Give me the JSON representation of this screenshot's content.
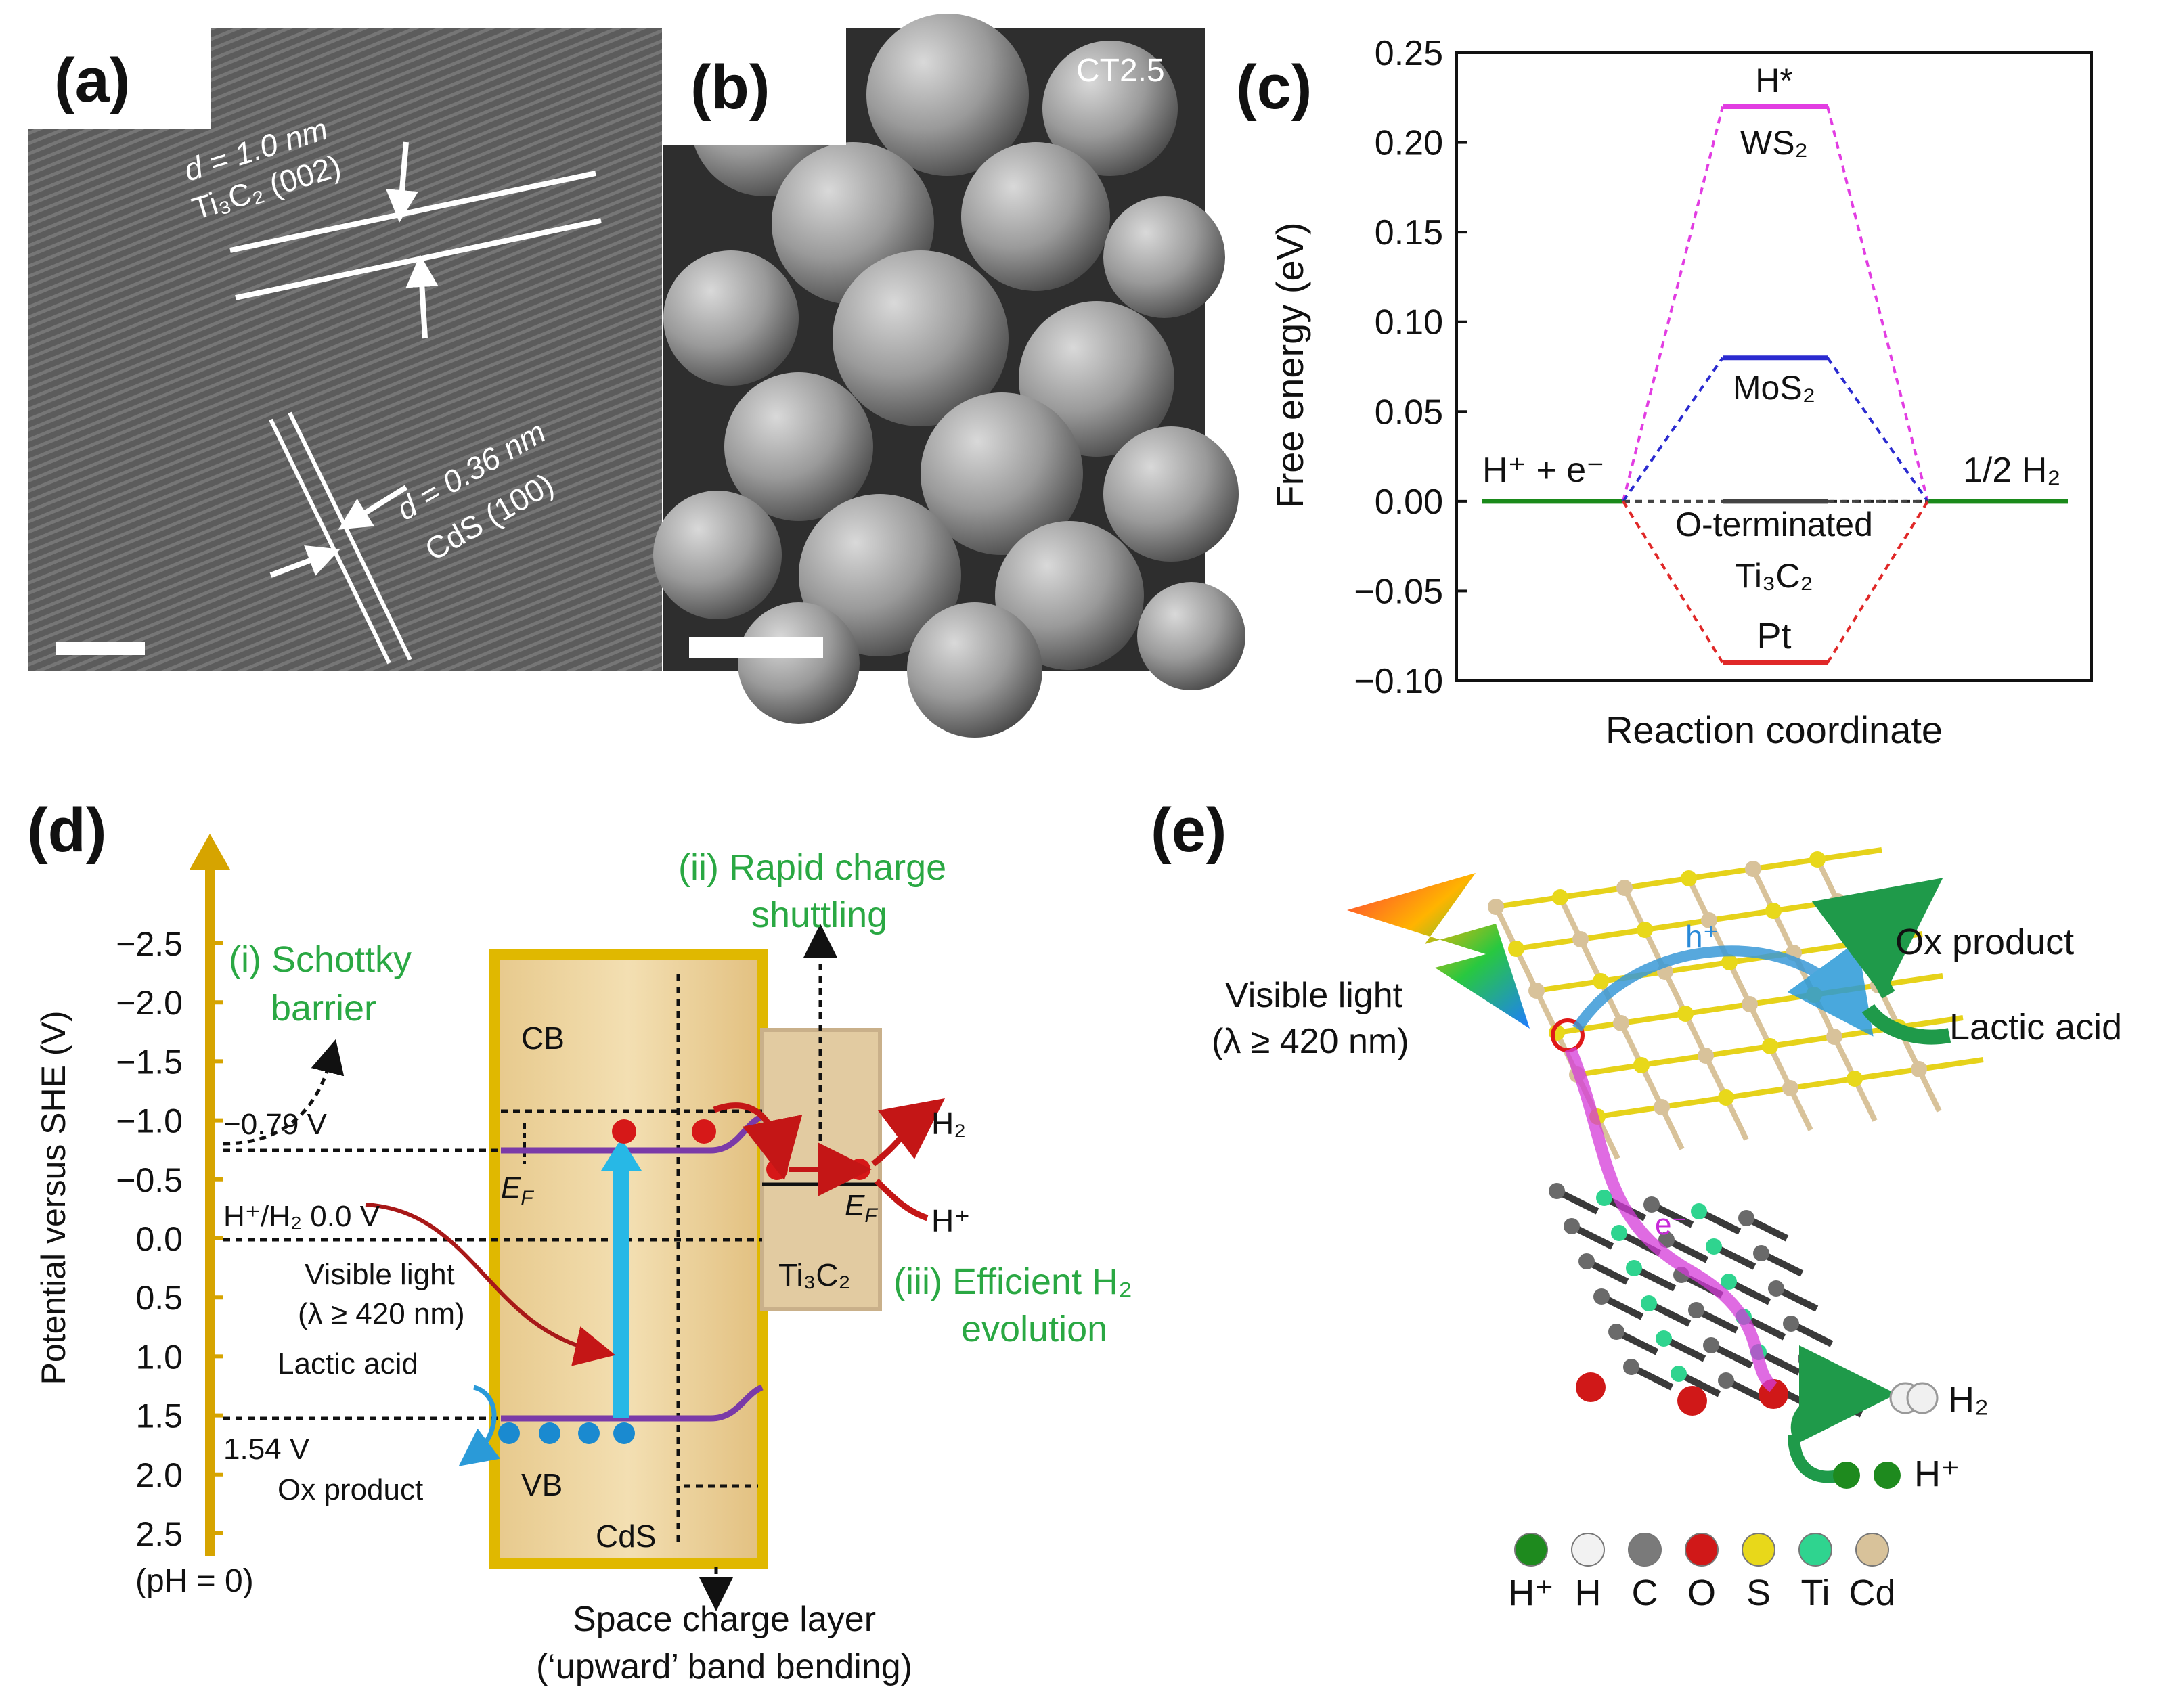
{
  "panels": {
    "a": {
      "letter": "(a)",
      "d_top": "d = 1.0 nm",
      "plane_top": "Ti₃C₂ (002)",
      "d_bottom": "d = 0.36 nm",
      "plane_bottom": "CdS (100)"
    },
    "b": {
      "letter": "(b)",
      "sample": "CT2.5"
    },
    "c": {
      "letter": "(c)",
      "labels": {
        "left_state": "H⁺ + e⁻",
        "right_state": "1/2 H₂",
        "top_state": "H*",
        "ws2": "WS₂",
        "mos2": "MoS₂",
        "oterm_line1": "O-terminated",
        "oterm_line2": "Ti₃C₂",
        "pt": "Pt"
      }
    },
    "d": {
      "letter": "(d)",
      "axis_label": "Potential versus SHE (V)",
      "ticks": [
        "−2.5",
        "−2.0",
        "−1.5",
        "−1.0",
        "−0.5",
        "0.0",
        "0.5",
        "1.0",
        "1.5",
        "2.0",
        "2.5"
      ],
      "ph": "(pH = 0)",
      "schottky_1": "(i) Schottky",
      "schottky_2": "barrier",
      "rapid_1": "(ii) Rapid charge",
      "rapid_2": "shuttling",
      "efficient_1": "(iii) Efficient H₂",
      "efficient_2": "evolution",
      "v079": "−0.79 V",
      "hh2": "H⁺/H₂ 0.0 V",
      "visible_1": "Visible light",
      "visible_2": "(λ ≥ 420 nm)",
      "lactic": "Lactic acid",
      "v154": "1.54 V",
      "ox": "Ox product",
      "cb": "CB",
      "vb": "VB",
      "cds": "CdS",
      "ef": "E",
      "ef_sub": "F",
      "ti3c2": "Ti₃C₂",
      "h2": "H₂",
      "hplus": "H⁺",
      "space_1": "Space charge layer",
      "space_2": "(‘upward’ band bending)"
    },
    "e": {
      "letter": "(e)",
      "visible_1": "Visible light",
      "visible_2": "(λ ≥ 420 nm)",
      "ox": "Ox product",
      "lactic": "Lactic acid",
      "h2": "H₂",
      "hplus": "H⁺",
      "hole": "h⁺",
      "electron": "e⁻",
      "legend": [
        {
          "label": "H⁺",
          "color": "#1e8a1e"
        },
        {
          "label": "H",
          "color": "#f2f2f2"
        },
        {
          "label": "C",
          "color": "#7a7a7a"
        },
        {
          "label": "O",
          "color": "#d01818"
        },
        {
          "label": "S",
          "color": "#e8d81a"
        },
        {
          "label": "Ti",
          "color": "#2fd48f"
        },
        {
          "label": "Cd",
          "color": "#d8c29a"
        }
      ]
    }
  },
  "chart_data": {
    "type": "line",
    "title": "",
    "xlabel": "Reaction coordinate",
    "ylabel": "Free energy (eV)",
    "ylim": [
      -0.1,
      0.25
    ],
    "yticks": [
      "0.25",
      "0.20",
      "0.15",
      "0.10",
      "0.05",
      "0.00",
      "−0.05",
      "−0.10"
    ],
    "ytick_values": [
      0.25,
      0.2,
      0.15,
      0.1,
      0.05,
      0.0,
      -0.05,
      -0.1
    ],
    "grid": false,
    "series": [
      {
        "name": "WS₂",
        "color": "#e23de2",
        "values": [
          0.0,
          0.22,
          0.0
        ]
      },
      {
        "name": "MoS₂",
        "color": "#2b2bd0",
        "values": [
          0.0,
          0.08,
          0.0
        ]
      },
      {
        "name": "O-terminated Ti₃C₂",
        "color": "#444444",
        "values": [
          0.0,
          0.0,
          0.0
        ]
      },
      {
        "name": "Pt",
        "color": "#e02828",
        "values": [
          0.0,
          -0.09,
          0.0
        ]
      }
    ],
    "categories": [
      "H⁺ + e⁻",
      "H*",
      "1/2 H₂"
    ]
  }
}
